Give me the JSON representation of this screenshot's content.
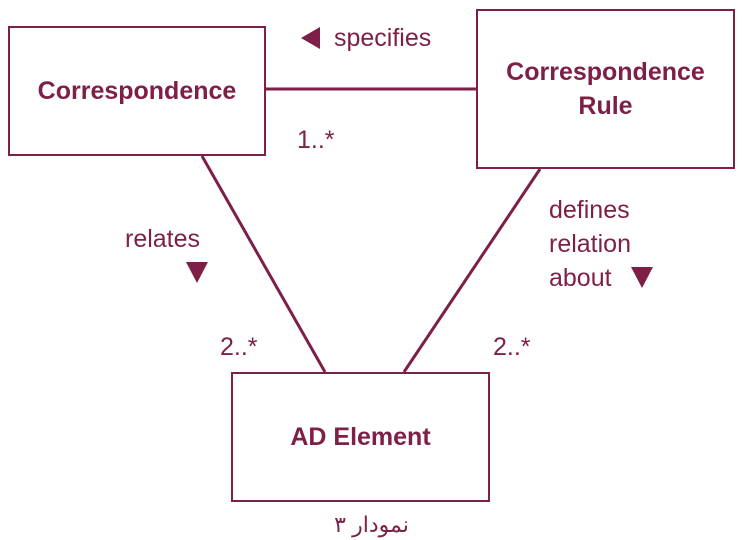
{
  "boxes": {
    "correspondence": "Correspondence",
    "rule_line1": "Correspondence",
    "rule_line2": "Rule",
    "ad_element": "AD Element"
  },
  "labels": {
    "specifies": "specifies",
    "mult_rule": "1..*",
    "relates": "relates",
    "mult_left": "2..*",
    "mult_right": "2..*",
    "defines_line1": "defines",
    "defines_line2": "relation",
    "defines_line3": "about"
  },
  "caption": "نمودار ۳",
  "colors": {
    "accent": "#7d1f47",
    "background": "#ffffff"
  },
  "icons": {
    "specifies_arrow": "triangle-left-icon",
    "relates_arrow": "triangle-down-icon",
    "defines_arrow": "triangle-down-icon"
  }
}
